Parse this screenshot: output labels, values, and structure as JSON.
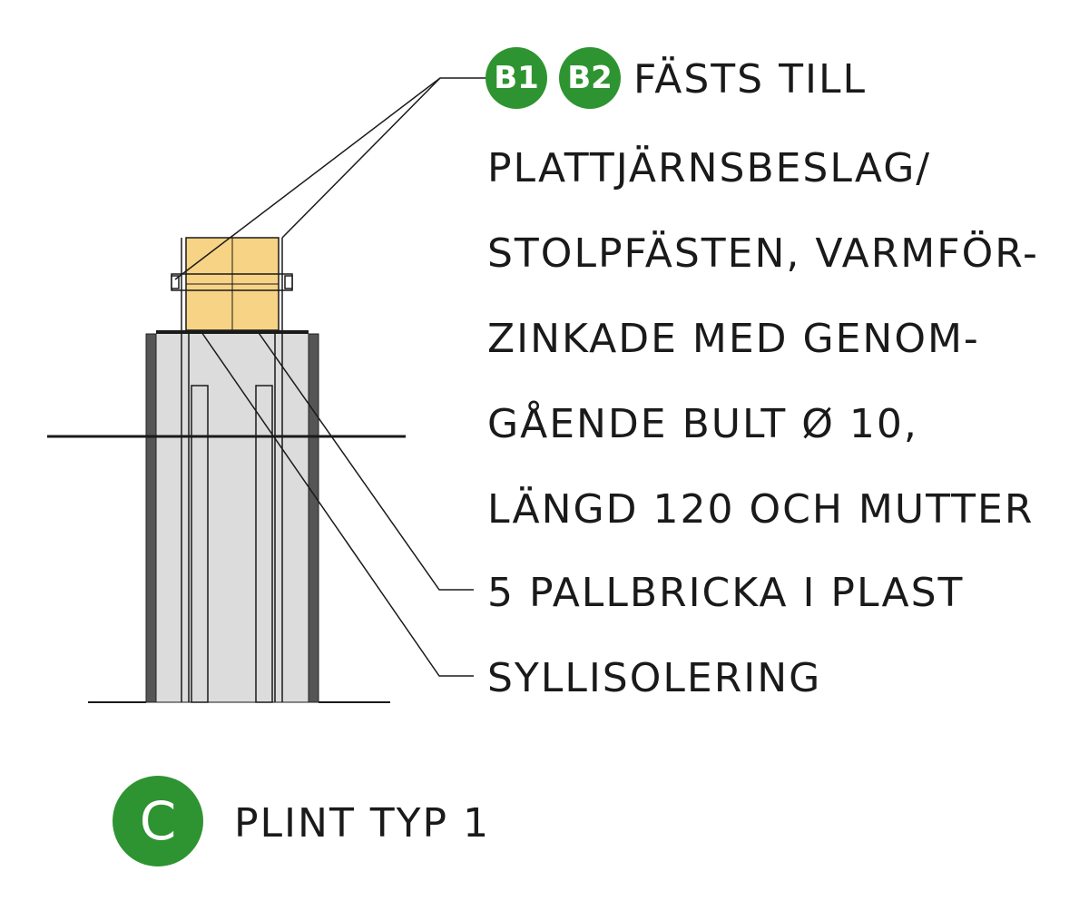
{
  "colors": {
    "badge_green": "#2e9431",
    "wood": "#f7d385",
    "concrete": "#dcdcdc",
    "tube": "#555555",
    "line": "#1a1a1a"
  },
  "badges": {
    "b1": "B1",
    "b2": "B2",
    "c": "C"
  },
  "labels": {
    "line1": "FÄSTS TILL",
    "line2": "PLATTJÄRNSBESLAG/",
    "line3": "STOLPFÄSTEN, VARMFÖR-",
    "line4": "ZINKADE MED GENOM-",
    "line5": "GÅENDE BULT Ø 10,",
    "line6": "LÄNGD 120 OCH MUTTER",
    "line7": "5 PALLBRICKA I PLAST",
    "line8": "SYLLISOLERING"
  },
  "caption": "PLINT TYP 1"
}
